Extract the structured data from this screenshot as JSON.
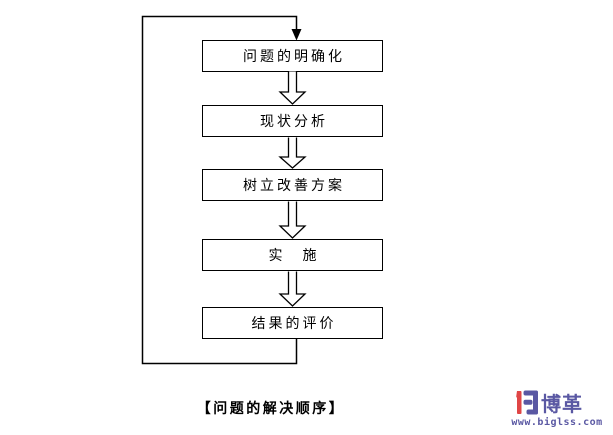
{
  "colors": {
    "background": "#ffffff",
    "line": "#000000",
    "box_fill": "#ffffff",
    "box_border": "#000000",
    "text": "#000000",
    "logo_red": "#e04646",
    "logo_purple": "#5a58a3"
  },
  "flowchart": {
    "boxes": [
      {
        "label": "问题的明确化"
      },
      {
        "label": "现状分析"
      },
      {
        "label": "树立改善方案"
      },
      {
        "label": "实　施"
      },
      {
        "label": "结果的评价"
      }
    ],
    "caption": "【问题的解决顺序】"
  },
  "logo": {
    "brand": "博革",
    "website": "www.biglss.com"
  }
}
